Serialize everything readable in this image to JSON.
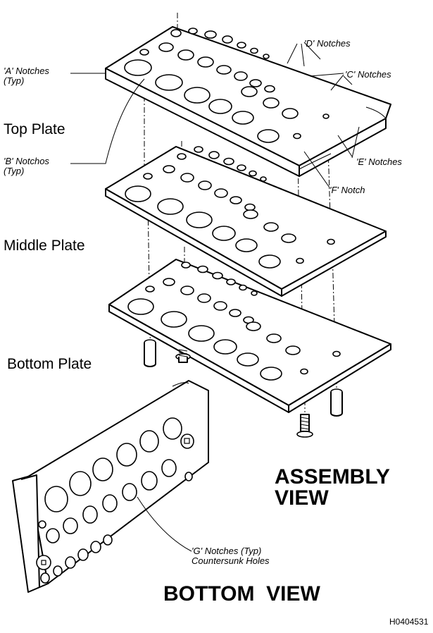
{
  "labels": {
    "top_plate": "Top Plate",
    "middle_plate": "Middle Plate",
    "bottom_plate": "Bottom Plate",
    "a_notches": "'A' Notches",
    "a_typ": "(Typ)",
    "b_notches": "'B' Notchos",
    "b_typ": "(Typ)",
    "d_notches": "'D' Notches",
    "c_notches": "'C' Notches",
    "e_notches": "'E' Notches",
    "f_notch": "'F' Notch",
    "g_notches": "'G' Notches (Typ)",
    "countersunk": "Countersunk Holes",
    "assembly_view_line1": "ASSEMBLY",
    "assembly_view_line2": "VIEW",
    "bottom_view": "BOTTOM  VIEW",
    "figure_id": "H0404531"
  }
}
